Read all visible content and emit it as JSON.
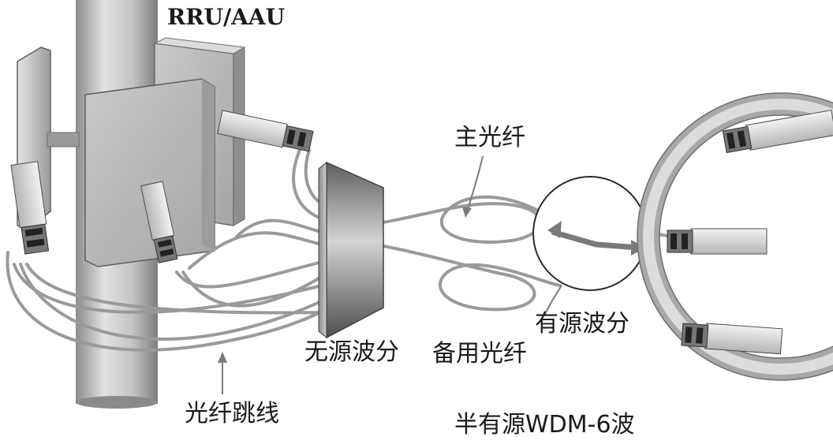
{
  "labels": {
    "rru_aau": "RRU/AAU",
    "main_fiber": "主光纤",
    "passive_wdm": "无源波分",
    "backup_fiber": "备用光纤",
    "active_wdm": "有源波分",
    "fiber_jumper": "光纤跳线",
    "caption": "半有源WDM-6波"
  },
  "colors": {
    "fiber": "#9a9a9a",
    "pole_light": "#d9d9d9",
    "pole_dark": "#8a8a8a",
    "panel": "#b8b8b8",
    "ring": "#c8c8c8",
    "arrow": "#7a7a7a"
  }
}
